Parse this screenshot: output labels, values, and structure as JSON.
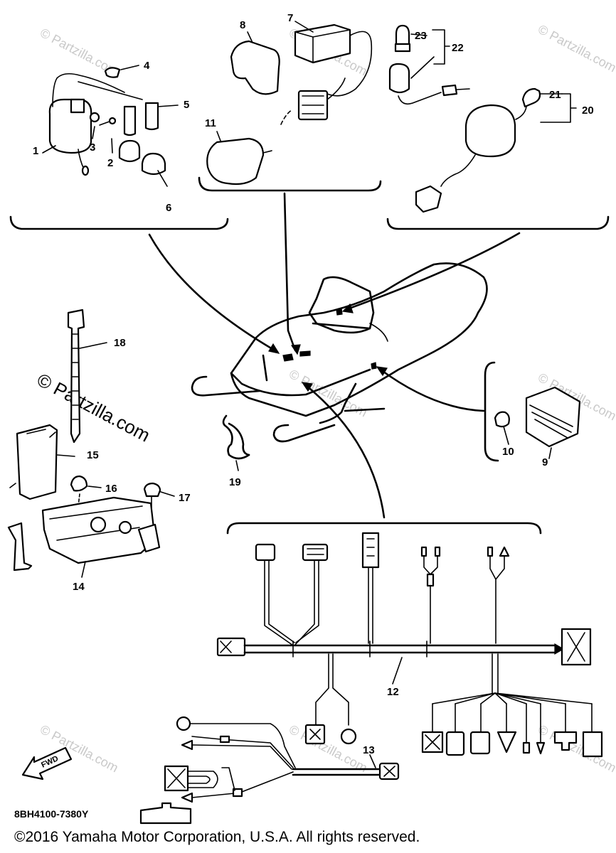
{
  "callouts": [
    "1",
    "2",
    "3",
    "4",
    "5",
    "6",
    "7",
    "8",
    "9",
    "10",
    "11",
    "12",
    "13",
    "14",
    "15",
    "16",
    "17",
    "18",
    "19",
    "20",
    "21",
    "22",
    "23"
  ],
  "watermark": "© Partzilla.com",
  "fwd_label": "FWD",
  "diagram_code": "8BH4100-7380Y",
  "copyright": "©2016  Yamaha Motor Corporation, U.S.A. All rights reserved."
}
